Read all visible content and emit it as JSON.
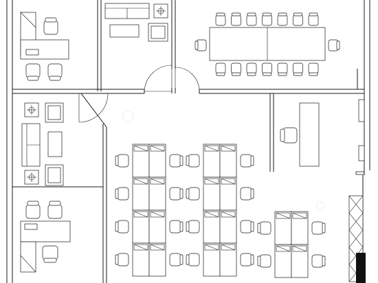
{
  "plan": {
    "type": "office-floor-plan",
    "rooms": [
      {
        "id": "office-top-left",
        "furniture": [
          "l-shaped-desk",
          "desk-chair",
          "two-visitor-chairs",
          "cabinet"
        ]
      },
      {
        "id": "lounge-top",
        "furniture": [
          "sofa",
          "two-armchairs",
          "coffee-table",
          "two-side-tables-with-lamps"
        ]
      },
      {
        "id": "meeting-room",
        "furniture": [
          "conference-table",
          "fourteen-chairs",
          "two-end-chairs"
        ]
      },
      {
        "id": "lounge-left",
        "furniture": [
          "sofa",
          "two-armchairs",
          "coffee-table",
          "two-side-tables-with-lamps"
        ]
      },
      {
        "id": "office-bottom-left",
        "furniture": [
          "l-shaped-desk",
          "desk-chair",
          "two-visitor-chairs",
          "cabinet"
        ]
      },
      {
        "id": "reception",
        "furniture": [
          "reception-counter",
          "chair"
        ]
      },
      {
        "id": "open-workspace",
        "furniture": [
          "workstation-clusters",
          "task-chairs"
        ]
      }
    ]
  }
}
